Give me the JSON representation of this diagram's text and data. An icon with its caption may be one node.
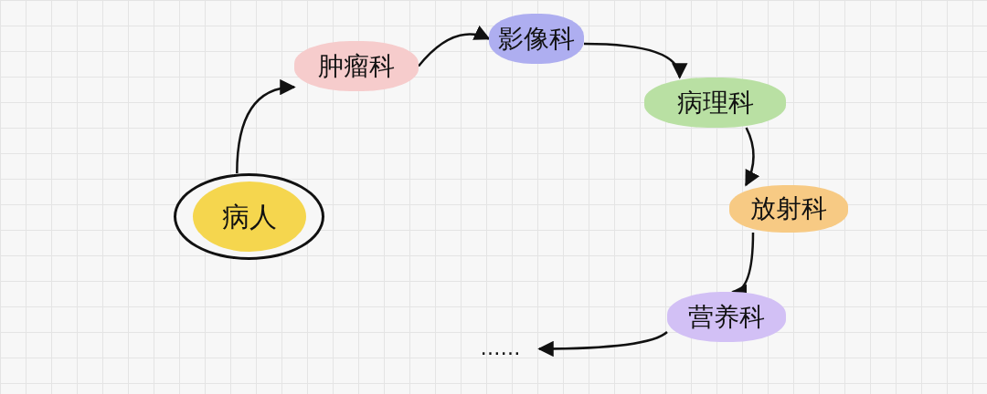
{
  "diagram": {
    "nodes": [
      {
        "text": [
          "病人"
        ]
      },
      {
        "text": [
          "肿瘤科"
        ]
      },
      {
        "text": [
          "影像科"
        ]
      },
      {
        "text": [
          "病理科"
        ]
      },
      {
        "text": [
          "放射科"
        ]
      },
      {
        "text": [
          "营养科"
        ]
      },
      {
        "text": [
          "……"
        ]
      }
    ],
    "edges": [
      {
        "from": 0,
        "to": 1,
        "arrow": "to"
      },
      {
        "from": 1,
        "to": 2,
        "arrow": "to"
      },
      {
        "from": 2,
        "to": 3,
        "arrow": "to"
      },
      {
        "from": 3,
        "to": 4,
        "arrow": "to"
      },
      {
        "from": 4,
        "to": 5,
        "arrow": "to"
      },
      {
        "from": 5,
        "to": 6,
        "arrow": "to"
      }
    ]
  }
}
